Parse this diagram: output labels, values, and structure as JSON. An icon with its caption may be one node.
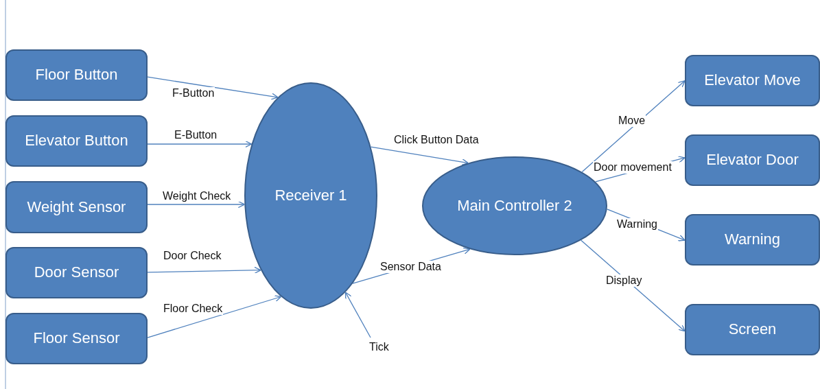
{
  "diagram": {
    "nodes": [
      {
        "text": [
          "Floor Button"
        ]
      },
      {
        "text": [
          "Elevator Button"
        ]
      },
      {
        "text": [
          "Weight Sensor"
        ]
      },
      {
        "text": [
          "Door Sensor"
        ]
      },
      {
        "text": [
          "Floor Sensor"
        ]
      },
      {
        "text": [
          "Receiver 1"
        ]
      },
      {
        "text": [
          "Main Controller 2"
        ]
      },
      {
        "text": [
          "Elevator Move"
        ]
      },
      {
        "text": [
          "Elevator Door"
        ]
      },
      {
        "text": [
          "Warning"
        ]
      },
      {
        "text": [
          "Screen"
        ]
      }
    ],
    "edges": [
      {
        "from": 0,
        "to": 5,
        "arrow": "to",
        "label": "F-Button"
      },
      {
        "from": 1,
        "to": 5,
        "arrow": "to",
        "label": "E-Button"
      },
      {
        "from": 2,
        "to": 5,
        "arrow": "to",
        "label": "Weight Check"
      },
      {
        "from": 3,
        "to": 5,
        "arrow": "to",
        "label": "Door Check"
      },
      {
        "from": 4,
        "to": 5,
        "arrow": "to",
        "label": "Floor Check"
      },
      {
        "from": null,
        "to": 5,
        "arrow": "to",
        "label": "Tick"
      },
      {
        "from": 5,
        "to": 6,
        "arrow": "to",
        "label": "Click Button Data"
      },
      {
        "from": 5,
        "to": 6,
        "arrow": "to",
        "label": "Sensor Data"
      },
      {
        "from": 6,
        "to": 7,
        "arrow": "to",
        "label": "Move"
      },
      {
        "from": 6,
        "to": 8,
        "arrow": "to",
        "label": "Door movement"
      },
      {
        "from": 6,
        "to": 9,
        "arrow": "to",
        "label": "Warning"
      },
      {
        "from": 6,
        "to": 10,
        "arrow": "to",
        "label": "Display"
      }
    ]
  }
}
